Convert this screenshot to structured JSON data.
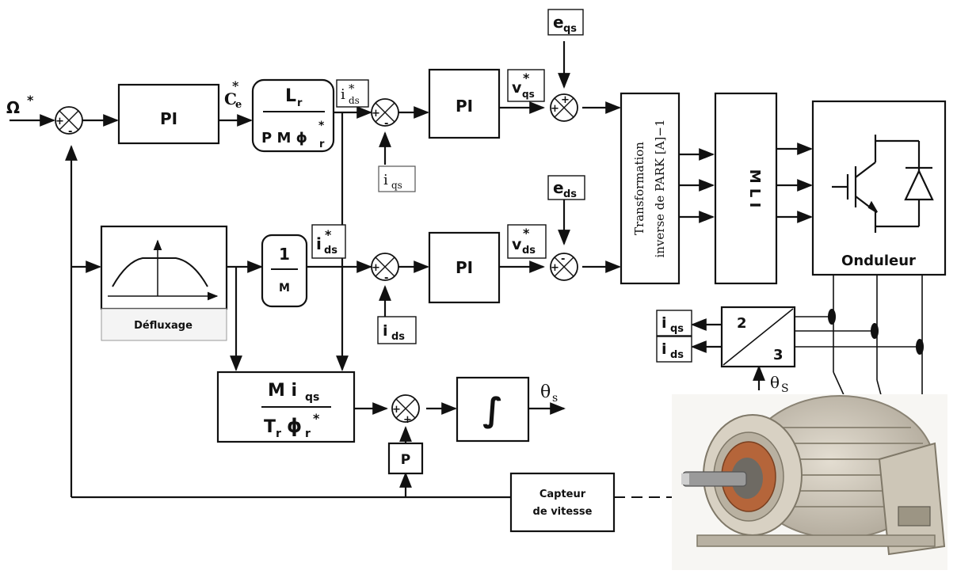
{
  "inputs": {
    "speed_ref": "Ω",
    "speed_ref_star": "*"
  },
  "blocks": {
    "pi_speed": "PI",
    "torque_ref": "C",
    "torque_ref_sub": "e",
    "torque_ref_star": "*",
    "gain_num": "L",
    "gain_num_sub": "r",
    "gain_den": "P M ϕ",
    "gain_den_sub": "r",
    "gain_den_star": "*",
    "inv_m_num": "1",
    "inv_m_den": "M",
    "pi_iqs": "PI",
    "pi_ids": "PI",
    "defluxage": "Défluxage",
    "slip_num": "M i",
    "slip_num_sub": "qs",
    "slip_den": "T",
    "slip_den_sub": "r",
    "slip_den_phi": "ϕ",
    "slip_den_phi_sub": "r",
    "slip_den_star": "*",
    "p_block": "P",
    "integrator": "∫",
    "speed_sensor_line1": "Capteur",
    "speed_sensor_line2": "de vitesse",
    "park_line1": "Transformation",
    "park_line2": "inverse de PARK [A]−1",
    "mli": "M L I",
    "onduleur": "Onduleur",
    "conv_2": "2",
    "conv_3": "3"
  },
  "signals": {
    "iqs_ref": "i",
    "iqs_ref_sub": "ds",
    "iqs_ref_star": "*",
    "ids_ref": "i",
    "ids_ref_sub": "ds",
    "ids_ref_star": "*",
    "vqs_ref": "v",
    "vqs_ref_sub": "qs",
    "vqs_ref_star": "*",
    "vds_ref": "v",
    "vds_ref_sub": "ds",
    "vds_ref_star": "*",
    "eqs": "e",
    "eqs_sub": "qs",
    "eds": "e",
    "eds_sub": "ds",
    "iqs_fb": "i",
    "iqs_fb_sub": "qs",
    "ids_fb": "i",
    "ids_fb_sub": "ds",
    "iqs_out": "i",
    "iqs_out_sub": "qs",
    "ids_out": "i",
    "ids_out_sub": "ds",
    "theta_out": "θ",
    "theta_out_sub": "s",
    "theta_in": "θ",
    "theta_in_sub": "S"
  },
  "colors": {
    "line": "#111111",
    "background": "#ffffff",
    "motor_body": "#c9c2b4",
    "motor_shaft": "#9a9a9a",
    "motor_copper": "#b5653a"
  }
}
